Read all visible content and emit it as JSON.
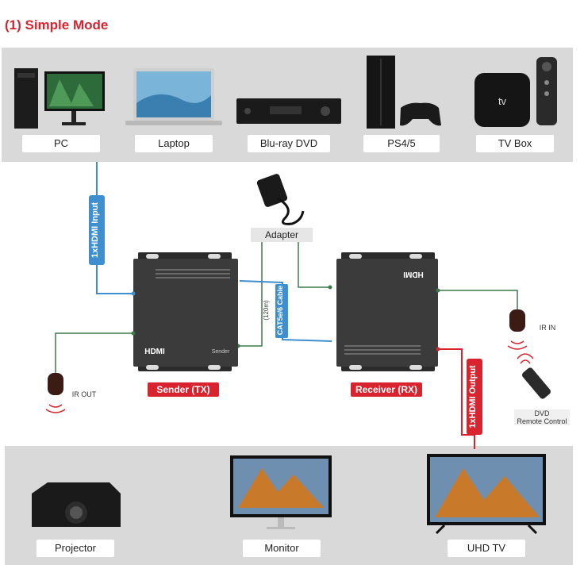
{
  "title": "(1) Simple Mode",
  "sources": [
    {
      "label": "PC",
      "icon": "pc-monitor-icon"
    },
    {
      "label": "Laptop",
      "icon": "laptop-icon"
    },
    {
      "label": "Blu-ray DVD",
      "icon": "bluray-player-icon"
    },
    {
      "label": "PS4/5",
      "icon": "game-console-icon"
    },
    {
      "label": "TV Box",
      "icon": "tv-box-icon"
    }
  ],
  "outputs": [
    {
      "label": "Projector",
      "icon": "projector-icon"
    },
    {
      "label": "Monitor",
      "icon": "monitor-icon"
    },
    {
      "label": "UHD TV",
      "icon": "uhd-tv-icon"
    }
  ],
  "adapter": "Adapter",
  "sender": {
    "label": "Sender (TX)",
    "brand": "HDMI",
    "tag": "Sender"
  },
  "receiver": {
    "label": "Receiver (RX)",
    "brand": "HDMI"
  },
  "cable_input": "1xHDMI Input",
  "cable_output": "1xHDMI Output",
  "cable_cat": "CAT5e/6 Cable",
  "cable_length": "(120m)",
  "ir_out": "IR OUT",
  "ir_in": "IR IN",
  "remote_label_1": "DVD",
  "remote_label_2": "Remote Control",
  "colors": {
    "accent": "#d9232e",
    "hdmi_in": "#3d8fd0",
    "cable": "#3d8fd0",
    "green": "#3e7a4a"
  }
}
